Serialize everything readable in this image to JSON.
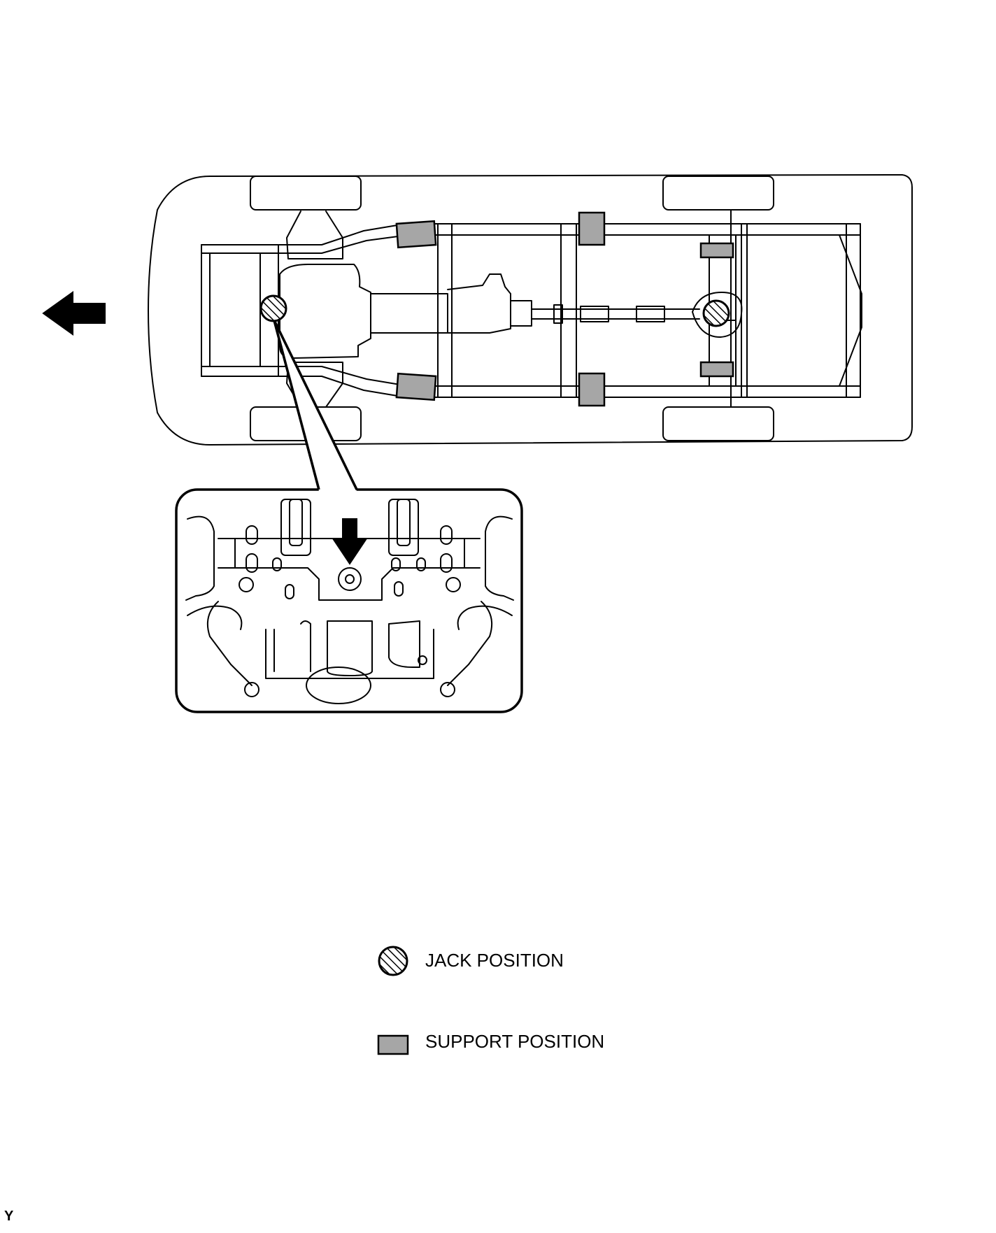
{
  "legend": {
    "jack_label": "JACK POSITION",
    "support_label": "SUPPORT POSITION"
  },
  "figure_id": "Y",
  "colors": {
    "line": "#000000",
    "support_fill": "#a6a6a6",
    "background": "#ffffff"
  },
  "icons": {
    "jack": "hatched-circle",
    "support": "gray-rectangle",
    "front": "left-arrow",
    "lift_point": "down-arrow"
  }
}
